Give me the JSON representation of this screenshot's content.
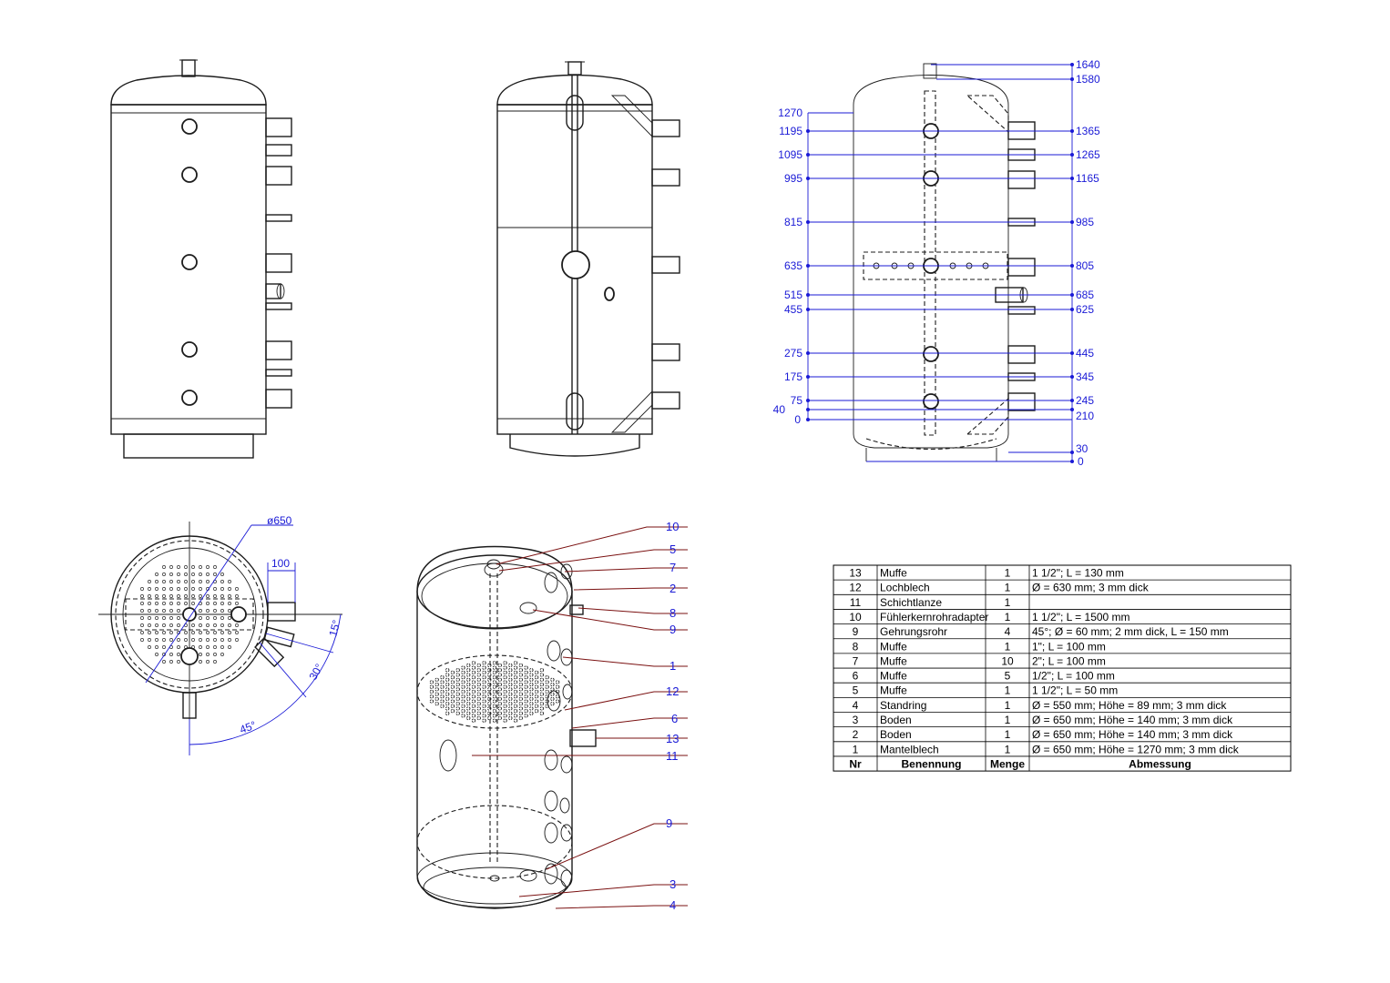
{
  "left_dimensions": [
    "1270",
    "1195",
    "1095",
    "995",
    "815",
    "635",
    "515",
    "455",
    "275",
    "175",
    "75",
    "40",
    "0"
  ],
  "right_dimensions": [
    "1640",
    "1580",
    "1365",
    "1265",
    "1165",
    "985",
    "805",
    "685",
    "625",
    "445",
    "345",
    "245",
    "210",
    "30",
    "0"
  ],
  "plan_view": {
    "diameter": "ø650",
    "offset": "100",
    "angles": [
      "15°",
      "30°",
      "45°"
    ]
  },
  "callouts": [
    "10",
    "5",
    "7",
    "2",
    "8",
    "9",
    "1",
    "12",
    "6",
    "13",
    "11",
    "9",
    "3",
    "4"
  ],
  "parts_table": {
    "headers": [
      "Nr",
      "Benennung",
      "Menge",
      "Abmessung"
    ],
    "rows": [
      [
        "13",
        "Muffe",
        "1",
        "1 1/2\"; L = 130 mm"
      ],
      [
        "12",
        "Lochblech",
        "1",
        "Ø = 630 mm; 3 mm dick"
      ],
      [
        "11",
        "Schichtlanze",
        "1",
        ""
      ],
      [
        "10",
        "Fühlerkernrohradapter",
        "1",
        "1 1/2\"; L = 1500 mm"
      ],
      [
        "9",
        "Gehrungsrohr",
        "4",
        "45°; Ø = 60 mm; 2 mm dick, L = 150 mm"
      ],
      [
        "8",
        "Muffe",
        "1",
        "1\"; L = 100 mm"
      ],
      [
        "7",
        "Muffe",
        "10",
        "2\"; L = 100 mm"
      ],
      [
        "6",
        "Muffe",
        "5",
        "1/2\"; L = 100 mm"
      ],
      [
        "5",
        "Muffe",
        "1",
        "1 1/2\"; L = 50 mm"
      ],
      [
        "4",
        "Standring",
        "1",
        "Ø = 550 mm; Höhe = 89 mm; 3 mm dick"
      ],
      [
        "3",
        "Boden",
        "1",
        "Ø = 650 mm; Höhe = 140 mm; 3 mm dick"
      ],
      [
        "2",
        "Boden",
        "1",
        "Ø = 650 mm; Höhe = 140 mm; 3 mm dick"
      ],
      [
        "1",
        "Mantelblech",
        "1",
        "Ø = 650 mm; Höhe = 1270 mm; 3 mm dick"
      ]
    ]
  }
}
